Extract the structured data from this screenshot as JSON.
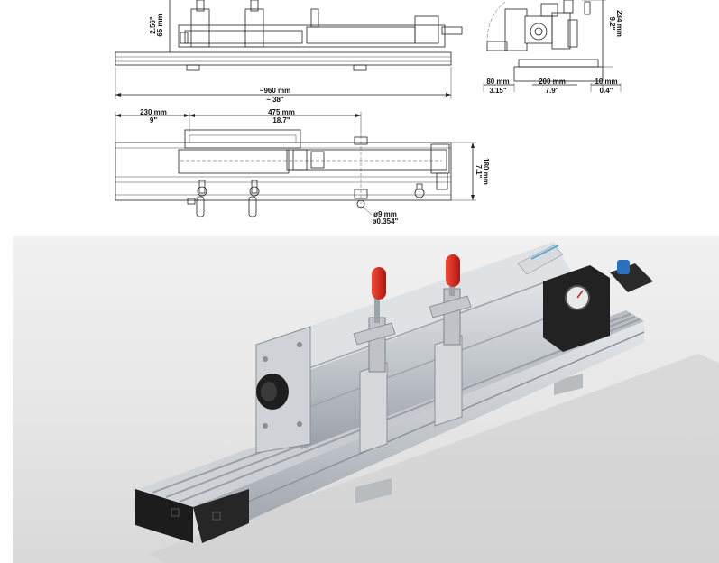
{
  "drawing": {
    "side_height_mm": "65 mm",
    "side_height_in": "2.56\"",
    "side_length_mm": "~960 mm",
    "side_length_in": "~ 38\"",
    "end_width_1_mm": "80 mm",
    "end_width_1_in": "3.15\"",
    "end_width_2_mm": "200 mm",
    "end_width_2_in": "7.9\"",
    "end_width_3_mm": "10 mm",
    "end_width_3_in": "0.4\"",
    "end_height_mm": "234 mm",
    "end_height_in": "9.2\"",
    "top_offset_mm": "230 mm",
    "top_offset_in": "9\"",
    "top_span_mm": "475 mm",
    "top_span_in": "18.7\"",
    "top_depth_mm": "180 mm",
    "top_depth_in": "7.1\"",
    "hole_dia_mm": "ø9 mm",
    "hole_dia_in": "ø0.354\""
  },
  "photo": {
    "colors": {
      "aluminum": "#c9cdd1",
      "clamp_handle": "#d9221c",
      "end_cap": "#1c1c1c",
      "valve": "#2a6fc0"
    }
  }
}
